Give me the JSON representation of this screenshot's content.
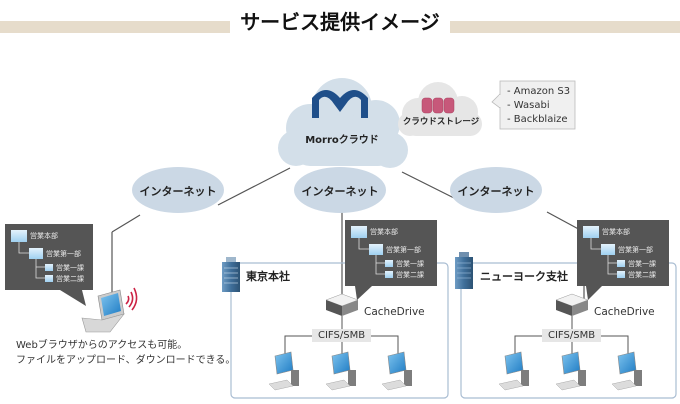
{
  "page_title": "サービス提供イメージ",
  "colors": {
    "title_band": "#e6dccb",
    "cloud": "#d3dfe9",
    "storage_cloud": "#e6e6e6",
    "internet_ellipse": "#cbd8e5",
    "office_border": "#a9bdd2",
    "callout_dark": "#555555",
    "brand_blue": "#1f4f8a",
    "storage_disk": "#c7587a",
    "wifi_red": "#cc2244"
  },
  "cloud": {
    "logo": "morro-logo-icon",
    "label": "Morroクラウド"
  },
  "storage": {
    "icon": "database-icon",
    "label": "クラウドストレージ",
    "providers": [
      "- Amazon S3",
      "- Wasabi",
      "- Backblaize"
    ]
  },
  "internet_nodes": [
    {
      "label": "インターネット"
    },
    {
      "label": "インターネット"
    },
    {
      "label": "インターネット"
    }
  ],
  "folder_tree": {
    "root": "営業本部",
    "child": "営業第一部",
    "leaves": [
      "営業一課",
      "営業二課"
    ]
  },
  "laptop_client": {
    "icon": "laptop-icon",
    "signal_icon": "wifi-signal-icon",
    "note_lines": [
      "Webブラウザからのアクセスも可能。",
      "ファイルをアップロード、ダウンロードできる。"
    ]
  },
  "offices": [
    {
      "name": "東京本社",
      "icon": "building-icon",
      "device_label": "CacheDrive",
      "protocol": "CIFS/SMB",
      "pc_count": 3
    },
    {
      "name": "ニューヨーク支社",
      "icon": "building-icon",
      "device_label": "CacheDrive",
      "protocol": "CIFS/SMB",
      "pc_count": 3
    }
  ]
}
